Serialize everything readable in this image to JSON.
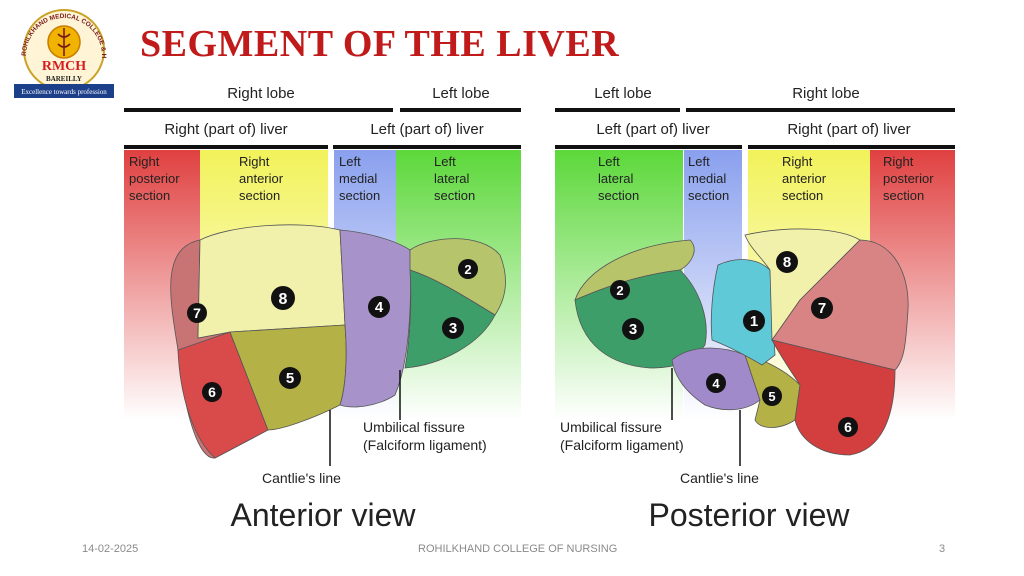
{
  "title": "SEGMENT OF THE LIVER",
  "logo": {
    "ring_text": "ROHILKHAND MEDICAL COLLEGE & HOSPITAL",
    "monogram": "RMCH",
    "city": "BAREILLY",
    "tagline": "Excellence towards profession"
  },
  "anterior": {
    "lobe_right": "Right lobe",
    "lobe_left": "Left lobe",
    "liver_right": "Right (part of) liver",
    "liver_left": "Left (part of) liver",
    "sections": [
      {
        "lines": [
          "Right",
          "posterior",
          "section"
        ]
      },
      {
        "lines": [
          "Right",
          "anterior",
          "section"
        ]
      },
      {
        "lines": [
          "Left",
          "medial",
          "section"
        ]
      },
      {
        "lines": [
          "Left",
          "lateral",
          "section"
        ]
      }
    ],
    "segments": [
      "8",
      "7",
      "6",
      "5",
      "4",
      "3",
      "2"
    ],
    "fissure_line1": "Umbilical fissure",
    "fissure_line2": "(Falciform ligament)",
    "cantlie": "Cantlie's line",
    "view_title": "Anterior view"
  },
  "posterior": {
    "lobe_left": "Left lobe",
    "lobe_right": "Right lobe",
    "liver_left": "Left (part of) liver",
    "liver_right": "Right (part of) liver",
    "sections": [
      {
        "lines": [
          "Left",
          "lateral",
          "section"
        ]
      },
      {
        "lines": [
          "Left",
          "medial",
          "section"
        ]
      },
      {
        "lines": [
          "Right",
          "anterior",
          "section"
        ]
      },
      {
        "lines": [
          "Right",
          "posterior",
          "section"
        ]
      }
    ],
    "segments": [
      "2",
      "3",
      "1",
      "4",
      "5",
      "8",
      "7",
      "6"
    ],
    "fissure_line1": "Umbilical fissure",
    "fissure_line2": "(Falciform ligament)",
    "cantlie": "Cantlie's line",
    "view_title": "Posterior view"
  },
  "footer": {
    "date": "14-02-2025",
    "college": "ROHILKHAND COLLEGE OF NURSING",
    "page": "3"
  }
}
